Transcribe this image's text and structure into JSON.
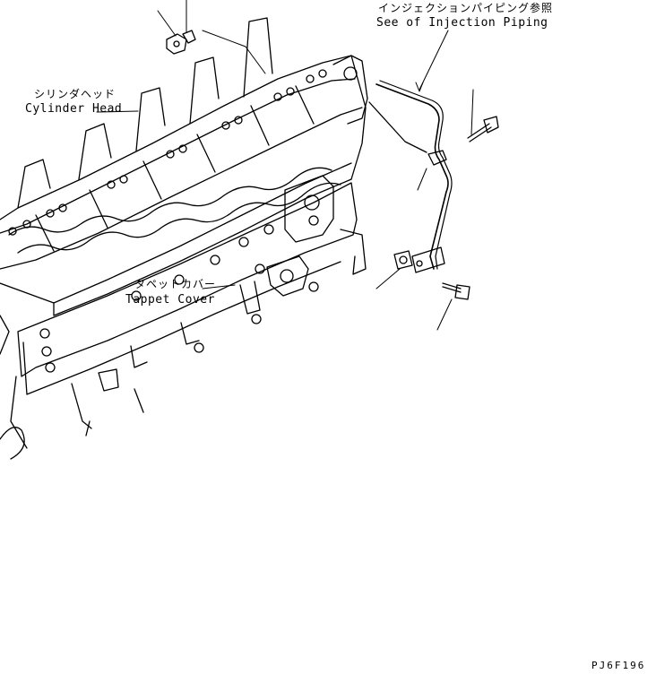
{
  "labels": {
    "injection_piping_jp": "インジェクションパイピング参照",
    "injection_piping_en": "See of Injection Piping",
    "cylinder_head_jp": "シリンダヘッド",
    "cylinder_head_en": "Cylinder Head",
    "tappet_cover_jp": "タペットカバー",
    "tappet_cover_en": "Tappet Cover",
    "drawing_code": "PJ6F196"
  },
  "style": {
    "line_color": "#000000",
    "background": "#ffffff"
  }
}
